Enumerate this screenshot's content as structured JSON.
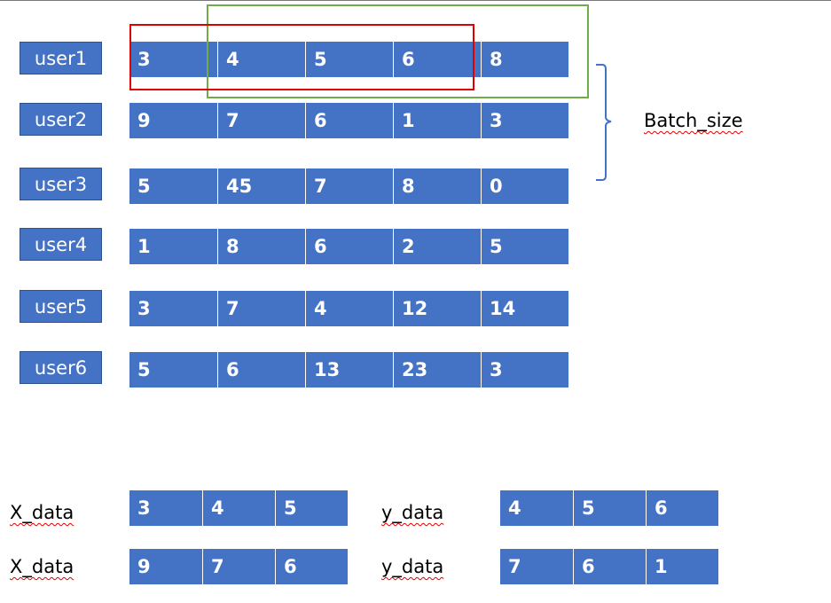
{
  "users": [
    {
      "label": "user1",
      "values": [
        "3",
        "4",
        "5",
        "6",
        "8"
      ]
    },
    {
      "label": "user2",
      "values": [
        "9",
        "7",
        "6",
        "1",
        "3"
      ]
    },
    {
      "label": "user3",
      "values": [
        "5",
        "45",
        "7",
        "8",
        "0"
      ]
    },
    {
      "label": "user4",
      "values": [
        "1",
        "8",
        "6",
        "2",
        "5"
      ]
    },
    {
      "label": "user5",
      "values": [
        "3",
        "7",
        "4",
        "12",
        "14"
      ]
    },
    {
      "label": "user6",
      "values": [
        "5",
        "6",
        "13",
        "23",
        "3"
      ]
    }
  ],
  "batch_label": "Batch_size",
  "samples": [
    {
      "x_label": "X_data",
      "x_values": [
        "3",
        "4",
        "5"
      ],
      "y_label": "y_data",
      "y_values": [
        "4",
        "5",
        "6"
      ]
    },
    {
      "x_label": "X_data",
      "x_values": [
        "9",
        "7",
        "6"
      ],
      "y_label": "y_data",
      "y_values": [
        "7",
        "6",
        "1"
      ]
    }
  ],
  "colors": {
    "cell": "#4472c4",
    "window_input": "#e00000",
    "window_target": "#70ad47",
    "brace": "#4472c4"
  }
}
